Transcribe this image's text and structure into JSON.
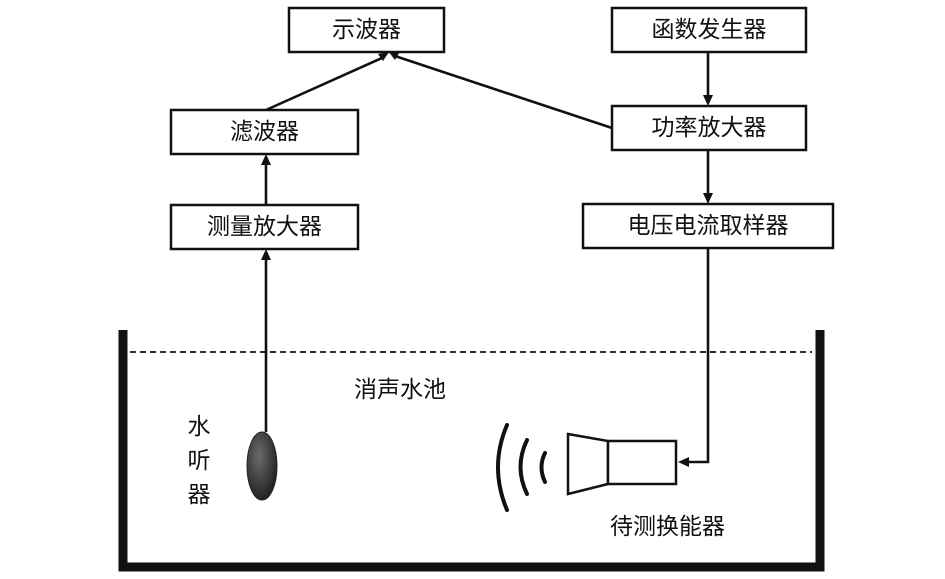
{
  "boxes": {
    "oscilloscope": "示波器",
    "function_generator": "函数发生器",
    "filter": "滤波器",
    "power_amplifier": "功率放大器",
    "measuring_amplifier": "测量放大器",
    "vi_sampler": "电压电流取样器"
  },
  "labels": {
    "tank": "消声水池",
    "hydrophone": [
      "水",
      "听",
      "器"
    ],
    "transducer": "待测换能器"
  },
  "colors": {
    "stroke": "#111111",
    "background": "#ffffff",
    "hydrophone_fill": "#3a3a3a"
  }
}
